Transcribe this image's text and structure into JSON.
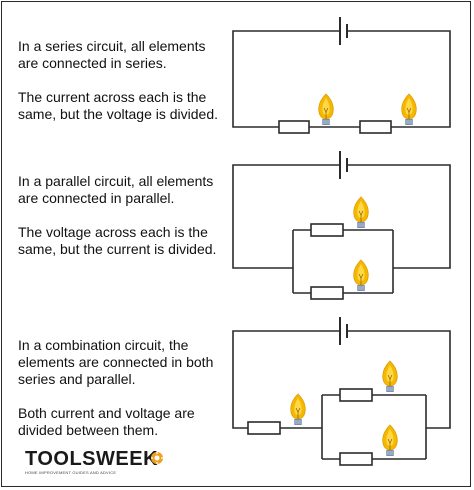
{
  "panels": [
    {
      "name": "series",
      "line1": "In a series circuit, all elements are connected in series.",
      "line2": "The current across each is the same, but the voltage is divided."
    },
    {
      "name": "parallel",
      "line1": "In a parallel circuit, all elements are connected in parallel.",
      "line2": "The voltage across each is the same, but the current is divided."
    },
    {
      "name": "combination",
      "line1": "In a combination circuit, the elements are connected in both series and parallel.",
      "line2": "Both current and voltage are divided between them."
    }
  ],
  "logo": {
    "name": "TOOLSWEEK",
    "tagline": "HOME IMPROVEMENT GUIDES AND ADVICE"
  },
  "colors": {
    "wire": "#2b2b2b",
    "bulb_glass": "#f5b800",
    "bulb_glow": "#ffd84a",
    "bulb_base": "#7a8fb0",
    "badge": "#f0a020"
  }
}
